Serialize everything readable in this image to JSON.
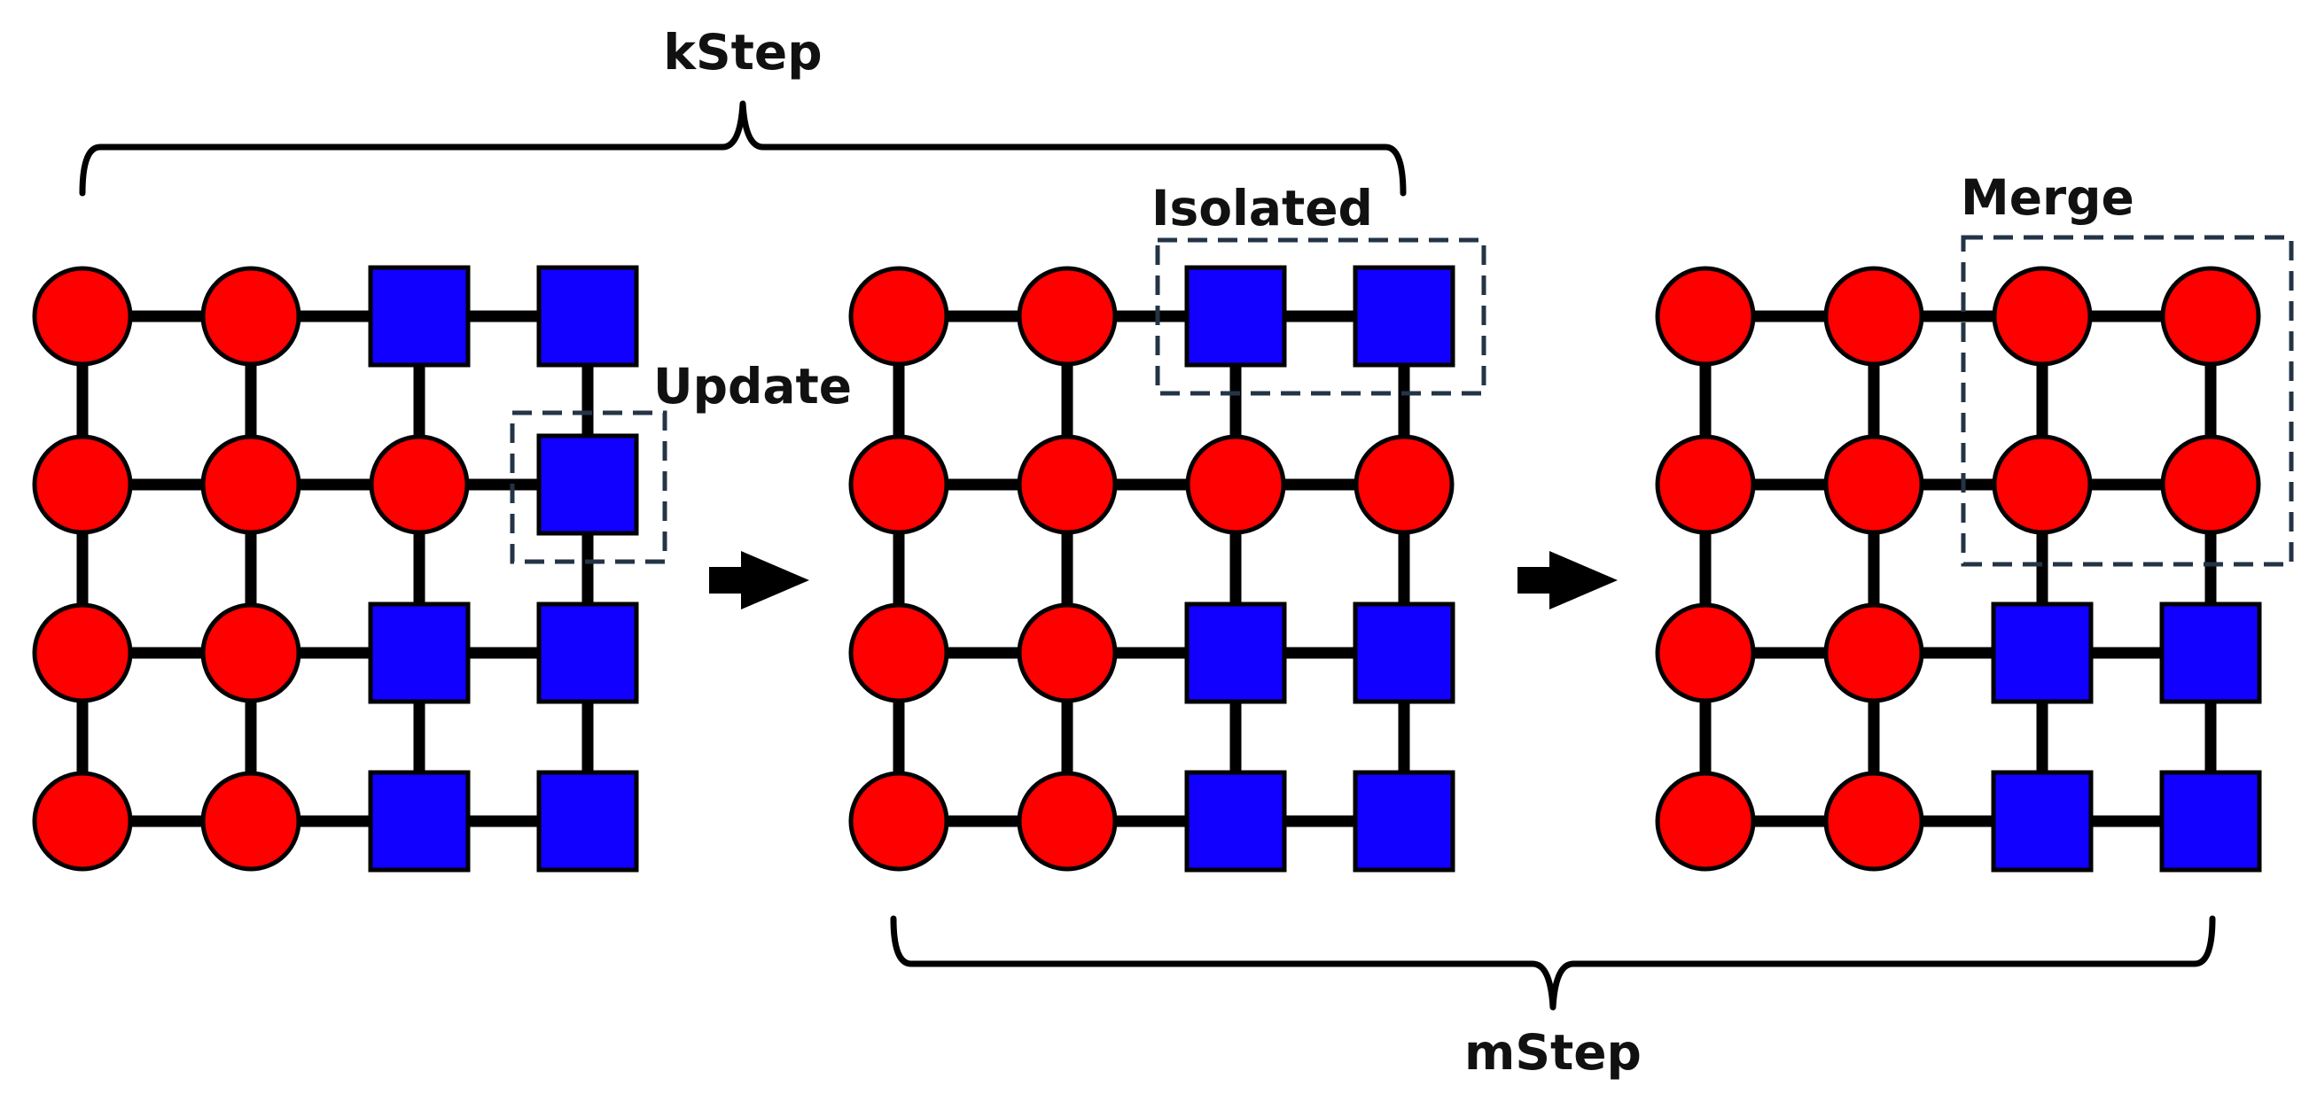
{
  "labels": {
    "kstep": "kStep",
    "mstep": "mStep",
    "update": "Update",
    "isolated": "Isolated",
    "merge": "Merge"
  },
  "colors": {
    "circle_node": "#ff0000",
    "square_node": "#1100ff",
    "edge": "#000000",
    "dashed_box": "#243447"
  },
  "grid": {
    "rows": 4,
    "cols": 4,
    "node_shapes": [
      "circle",
      "square"
    ]
  },
  "panels": [
    {
      "name": "before-update",
      "nodes": [
        [
          "circle",
          "circle",
          "square",
          "square"
        ],
        [
          "circle",
          "circle",
          "circle",
          "square"
        ],
        [
          "circle",
          "circle",
          "square",
          "square"
        ],
        [
          "circle",
          "circle",
          "square",
          "square"
        ]
      ],
      "highlight": {
        "label_key": "update",
        "rows": [
          1,
          1
        ],
        "cols": [
          3,
          3
        ]
      }
    },
    {
      "name": "isolated",
      "nodes": [
        [
          "circle",
          "circle",
          "square",
          "square"
        ],
        [
          "circle",
          "circle",
          "circle",
          "circle"
        ],
        [
          "circle",
          "circle",
          "square",
          "square"
        ],
        [
          "circle",
          "circle",
          "square",
          "square"
        ]
      ],
      "highlight": {
        "label_key": "isolated",
        "rows": [
          0,
          0
        ],
        "cols": [
          2,
          3
        ]
      }
    },
    {
      "name": "merged",
      "nodes": [
        [
          "circle",
          "circle",
          "circle",
          "circle"
        ],
        [
          "circle",
          "circle",
          "circle",
          "circle"
        ],
        [
          "circle",
          "circle",
          "square",
          "square"
        ],
        [
          "circle",
          "circle",
          "square",
          "square"
        ]
      ],
      "highlight": {
        "label_key": "merge",
        "rows": [
          0,
          1
        ],
        "cols": [
          2,
          3
        ]
      }
    }
  ],
  "braces": [
    {
      "label_key": "kstep",
      "orientation": "top",
      "spans_panels": [
        0,
        1
      ]
    },
    {
      "label_key": "mstep",
      "orientation": "bottom",
      "spans_panels": [
        1,
        2
      ]
    }
  ],
  "arrows": [
    {
      "name": "arrow-1",
      "from_panel": 0,
      "to_panel": 1
    },
    {
      "name": "arrow-2",
      "from_panel": 1,
      "to_panel": 2
    }
  ]
}
